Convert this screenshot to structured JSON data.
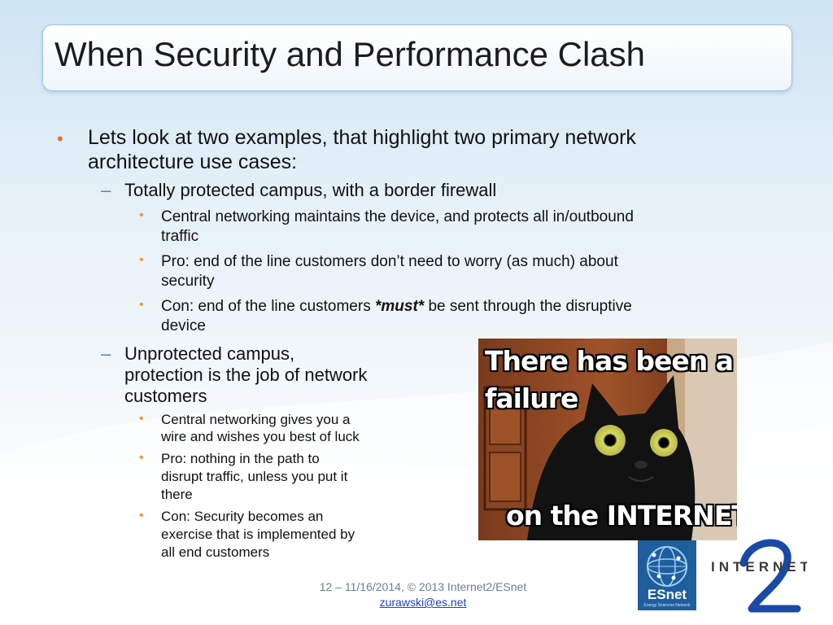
{
  "slide": {
    "title": "When Security and Performance Clash"
  },
  "bullets": {
    "intro_line1": "Lets look at two examples, that highlight two primary network",
    "intro_line2": "architecture use cases:",
    "case1": "Totally protected campus, with a border firewall",
    "case1_points": [
      {
        "line1": "Central networking maintains the device, and protects all in/outbound",
        "line2": "traffic"
      },
      {
        "line1": "Pro: end of the line customers don’t need to worry (as much) about",
        "line2": "security"
      },
      {
        "prefix": "Con: end of the line customers ",
        "emph": "*must*",
        "suffix": " be sent through the disruptive",
        "line2": "device"
      }
    ],
    "case2_line1": "Unprotected campus,",
    "case2_line2": "protection is the job of network",
    "case2_line3": "customers",
    "case2_points": [
      {
        "lines": [
          "Central networking gives you a",
          "wire and wishes you best of luck"
        ]
      },
      {
        "lines": [
          "Pro: nothing in the path to",
          "disrupt traffic, unless you put it",
          "there"
        ]
      },
      {
        "lines": [
          "Con: Security becomes an",
          "exercise that is implemented by",
          "all end customers"
        ]
      }
    ]
  },
  "meme": {
    "top_line1": "There has been a",
    "top_line2": "failure",
    "bottom_line": "on the INTERNETS"
  },
  "footer": {
    "page_info": "12 – 11/16/2014, © 2013 Internet2/ESnet",
    "email": "zurawski@es.net"
  },
  "logos": {
    "esnet_text": "ESnet",
    "esnet_subtext": "Energy Sciences Network",
    "internet2_text": "INTERNET",
    "internet2_numeral": "2"
  },
  "colors": {
    "bullet_level1": "#e3702a",
    "bullet_level2": "#4a88c6",
    "bullet_level3": "#f39a2b",
    "link": "#1a44cc"
  }
}
